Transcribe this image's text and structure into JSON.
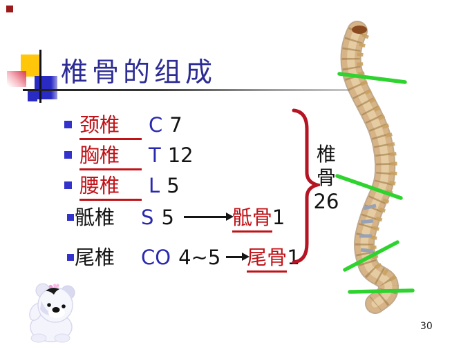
{
  "slide": {
    "title": "椎骨的组成",
    "page_number": "30"
  },
  "list": {
    "items": [
      {
        "label": "颈椎",
        "letter": "C",
        "count": "7"
      },
      {
        "label": "胸椎",
        "letter": "T",
        "count": "12"
      },
      {
        "label": "腰椎",
        "letter": "L",
        "count": "5"
      },
      {
        "label": "骶椎",
        "letter": "S",
        "count": "5",
        "result_label": "骶骨",
        "result_count": "1"
      },
      {
        "label": "尾椎",
        "letter": "CO",
        "count": "4~5",
        "result_label": "尾骨",
        "result_count": "1"
      }
    ]
  },
  "brace_group": {
    "char1": "椎",
    "char2": "骨",
    "total": "26"
  },
  "colors": {
    "title_navy": "#2c2c94",
    "red_text": "#c01318",
    "letter_blue": "#2929b0",
    "bullet_blue": "#3333cc",
    "green_line": "#2fd32f",
    "brace_red": "#b51423",
    "spine_tan": "#d7b487",
    "deco_yellow": "#ffc60a",
    "deco_blue": "#2a2ac4",
    "deco_pink": "#de4f63"
  },
  "icons": {
    "spine": "spine-illustration",
    "bear": "bear-mascot",
    "hearts": "pink-hearts"
  }
}
